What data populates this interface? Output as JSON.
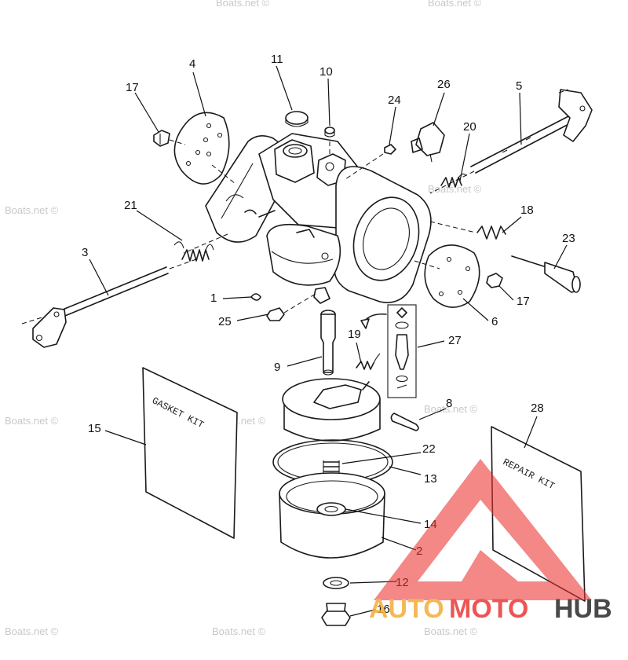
{
  "watermark": {
    "site_text": "Boats.net ©",
    "logo_part_1": "AUTO",
    "logo_part_2": "MOTO",
    "logo_part_3": "HUB",
    "logo_colors": {
      "triangle": "#e9302f",
      "auto": "#f4a933",
      "moto": "#e9302f",
      "hub": "#222222"
    }
  },
  "kits": {
    "gasket_line_1": "GASKET KIT",
    "repair_line_1": "REPAIR KIT"
  },
  "part_numbers": {
    "p1": "1",
    "p2": "2",
    "p3": "3",
    "p4": "4",
    "p5": "5",
    "p6": "6",
    "p8": "8",
    "p9": "9",
    "p10": "10",
    "p11": "11",
    "p12": "12",
    "p13": "13",
    "p14": "14",
    "p15": "15",
    "p16": "16",
    "p17a": "17",
    "p17b": "17",
    "p18": "18",
    "p19": "19",
    "p20": "20",
    "p21": "21",
    "p22": "22",
    "p23": "23",
    "p24": "24",
    "p25": "25",
    "p26": "26",
    "p27": "27",
    "p28": "28"
  }
}
